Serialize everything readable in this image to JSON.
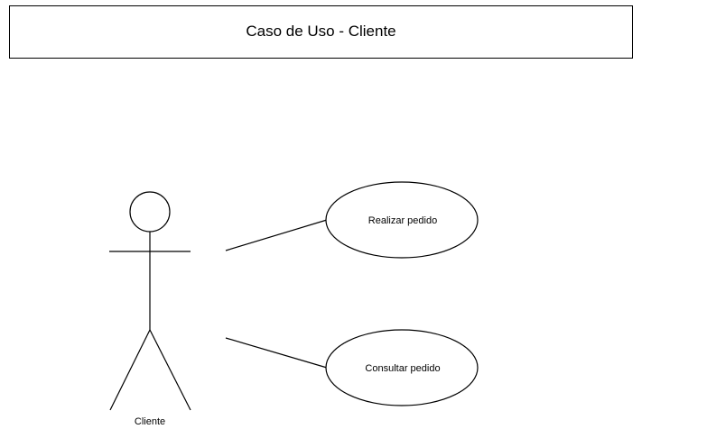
{
  "diagram": {
    "title": "Caso de Uso - Cliente",
    "actor": {
      "label": "Cliente"
    },
    "use_cases": [
      {
        "label": "Realizar pedido"
      },
      {
        "label": "Consultar pedido"
      }
    ],
    "colors": {
      "stroke": "#000000",
      "background": "#ffffff"
    }
  }
}
